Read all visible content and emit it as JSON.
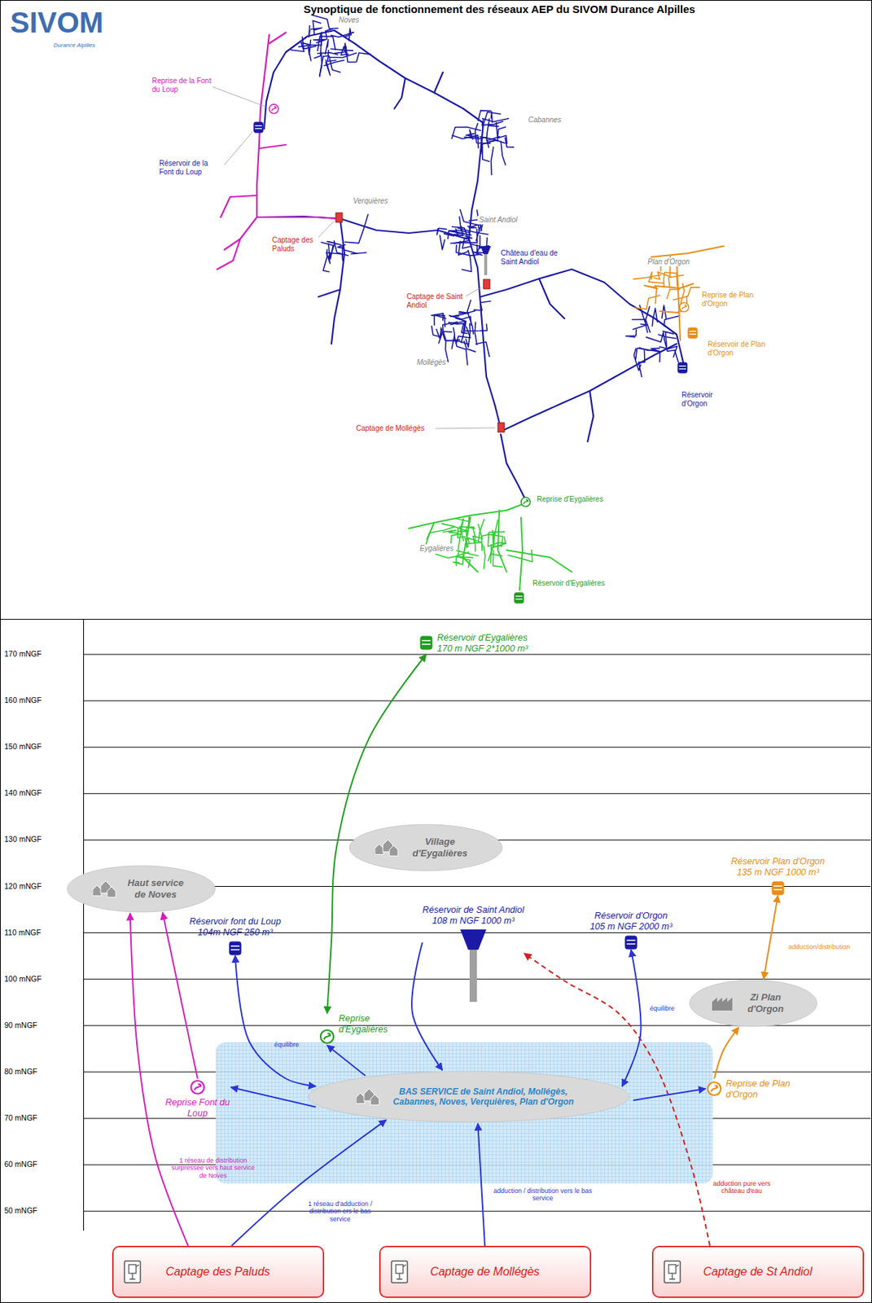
{
  "diagram": {
    "title": "Synoptique de fonctionnement des réseaux AEP du SIVOM Durance Alpilles",
    "nodes": [
      {
        "text": [
          "Réservoir d'Eygalières",
          "170 m NGF 2*1000 m³"
        ]
      },
      {
        "text": [
          "Réservoir Plan d'Orgon",
          "135 m NGF 1000 m³"
        ]
      },
      {
        "text": [
          "Village d'Eygalières"
        ]
      },
      {
        "text": [
          "Haut service de Noves"
        ]
      },
      {
        "text": [
          "Réservoir font du Loup",
          "104m NGF 250 m³"
        ]
      },
      {
        "text": [
          "Réservoir de Saint Andiol",
          "108 m NGF 1000 m³"
        ]
      },
      {
        "text": [
          "Réservoir d'Orgon",
          "105 m NGF 2000 m³"
        ]
      },
      {
        "text": [
          "Zi Plan d'Orgon"
        ]
      },
      {
        "text": [
          "Reprise d'Eygalières"
        ]
      },
      {
        "text": [
          "Reprise Font du Loup"
        ]
      },
      {
        "text": [
          "BAS SERVICE de Saint Andiol, Mollégès, Cabannes, Noves, Verquières, Plan d'Orgon"
        ]
      },
      {
        "text": [
          "Reprise de Plan d'Orgon"
        ]
      },
      {
        "text": [
          "Captage des Paluds"
        ]
      },
      {
        "text": [
          "Captage de Mollégès"
        ]
      },
      {
        "text": [
          "Captage de St Andiol"
        ]
      }
    ],
    "edges": [
      {
        "from": 12,
        "to": 3,
        "arrow": "to",
        "label": "1 réseau de distribution surpressée vers haut service de Noves"
      },
      {
        "from": 9,
        "to": 3,
        "arrow": "to"
      },
      {
        "from": 12,
        "to": 10,
        "arrow": "to",
        "label": "1 réseau d'adduction / distribution ers le bas service"
      },
      {
        "from": 13,
        "to": 10,
        "arrow": "to",
        "label": "adduction / distribution vers le bas service"
      },
      {
        "from": 14,
        "to": 5,
        "arrow": "to",
        "label": "adduction pure vers château d'eau"
      },
      {
        "from": 5,
        "to": 10,
        "arrow": "to"
      },
      {
        "from": 4,
        "to": 10,
        "arrow": "both",
        "label": "équilibre"
      },
      {
        "from": 6,
        "to": 10,
        "arrow": "both",
        "label": "équilibre"
      },
      {
        "from": 10,
        "to": 9,
        "arrow": "to"
      },
      {
        "from": 10,
        "to": 8,
        "arrow": "to"
      },
      {
        "from": 10,
        "to": 11,
        "arrow": "to"
      },
      {
        "from": 8,
        "to": 0,
        "arrow": "both"
      },
      {
        "from": 11,
        "to": 7,
        "arrow": "to"
      },
      {
        "from": 7,
        "to": 1,
        "arrow": "both",
        "label": "adduction/distribution"
      }
    ],
    "labels": [
      "SIVOM",
      "Durance Alpilles",
      "Noves",
      "Reprise de la Font du Loup",
      "Réservoir de la Font du Loup",
      "Cabannes",
      "Verquières",
      "Saint Andiol",
      "Captage des Paluds",
      "Château d'eau de Saint Andiol",
      "Captage de Saint Andiol",
      "Plan d'Orgon",
      "Reprise de Plan d'Orgon",
      "Réservoir de Plan d'Orgon",
      "Mollégès",
      "Réservoir d'Orgon",
      "Captage de Mollégès",
      "Reprise d'Eygalières",
      "Eygalières",
      "Réservoir d'Eygalières",
      "170 mNGF",
      "160 mNGF",
      "150 mNGF",
      "140 mNGF",
      "130 mNGF",
      "120 mNGF",
      "110 mNGF",
      "100 mNGF",
      "90 mNGF",
      "80 mNGF",
      "70 mNGF",
      "60 mNGF",
      "50 mNGF"
    ]
  }
}
